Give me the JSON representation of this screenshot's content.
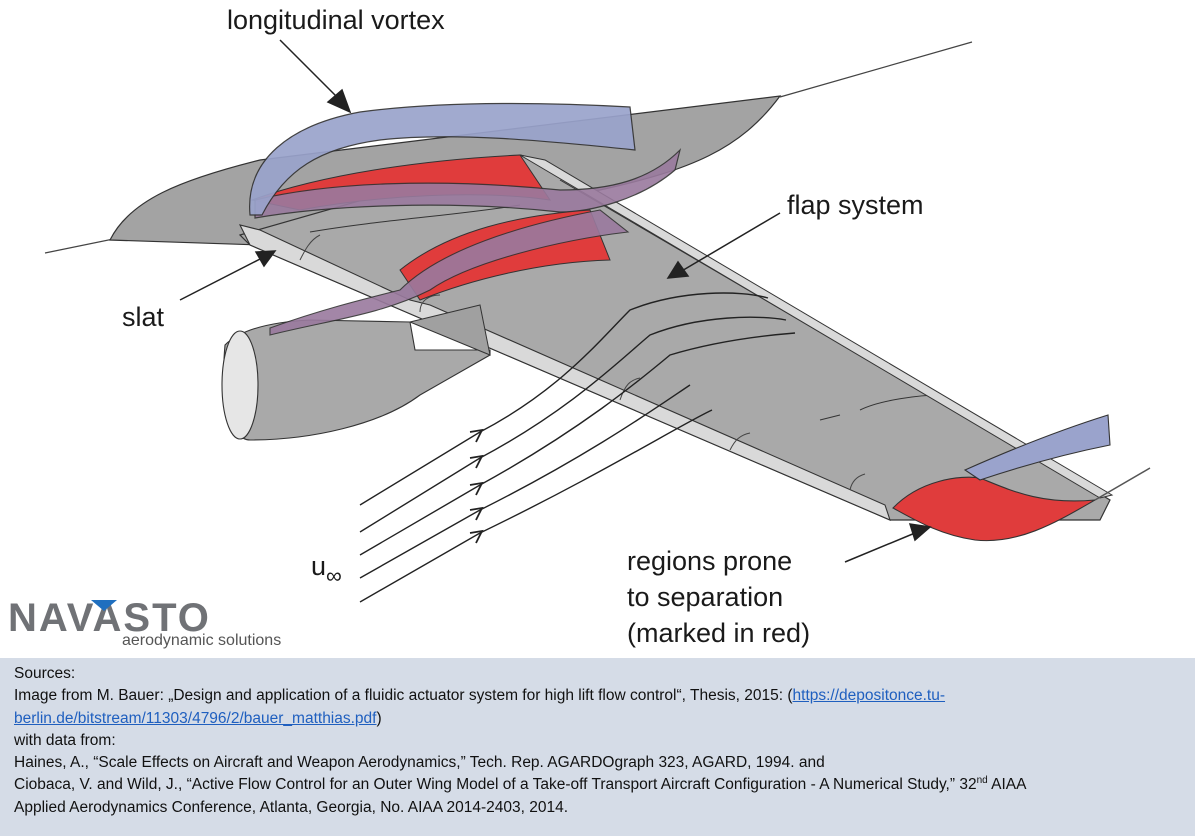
{
  "diagram": {
    "title": "High-lift wing flow phenomena",
    "labels": {
      "longitudinal_vortex": "longitudinal vortex",
      "flap_system": "flap system",
      "slat": "slat",
      "regions_line1": "regions prone",
      "regions_line2": "to separation",
      "regions_line3": "(marked in red)",
      "freestream_symbol": "u",
      "freestream_subscript": "∞"
    },
    "colors": {
      "wing_gray": "#a9a9a9",
      "slat_light": "#d9d9d9",
      "separation_red": "#e03c3c",
      "vortex_blue": "#9aa3cc",
      "vortex_purple": "#9a7a9e",
      "outline": "#333333"
    }
  },
  "logo": {
    "word": "NAVASTO",
    "tagline": "aerodynamic solutions",
    "accent": "#1f6fbf"
  },
  "sources": {
    "heading": "Sources:",
    "line1_prefix": "Image from M. Bauer: „Design and application of a fluidic actuator system for high lift flow control“, Thesis, 2015: (",
    "link_part1": "https://depositonce.tu-",
    "link_part2": "berlin.de/bitstream/11303/4796/2/bauer_matthias.pdf",
    "line2_suffix": ")",
    "line3": "with data from:",
    "line4": "Haines, A., “Scale Effects on Aircraft and Weapon Aerodynamics,” Tech. Rep. AGARDOgraph 323, AGARD, 1994. and",
    "line5_prefix": "Ciobaca, V. and Wild, J., “Active Flow Control for an Outer Wing Model of a Take-off Transport Aircraft Configuration - A Numerical Study,” 32",
    "line5_sup": "nd",
    "line5_suffix": " AIAA",
    "line6": "Applied Aerodynamics Conference, Atlanta, Georgia, No. AIAA 2014-2403, 2014."
  }
}
